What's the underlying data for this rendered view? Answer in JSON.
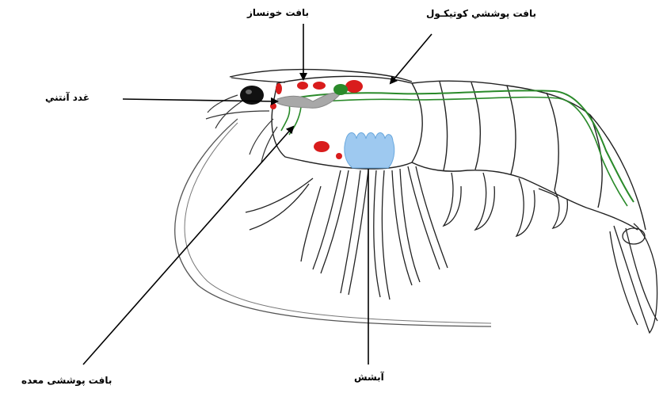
{
  "labels": {
    "hematopoietic": "بافت خونساز",
    "cuticular_epithelium": "بافت پوششي كوتيكـول",
    "antennal_gland": "غدد آنتني",
    "stomach_epithelium": "بافت پوششی معده",
    "gills": "آبشش"
  },
  "colors": {
    "outline": "#222222",
    "hematopoietic_tissue": "#d91c1c",
    "nerve_cord": "#2a8a2a",
    "gills": "#9ec9f0",
    "antennal_gland_tissue": "#a8a8a8",
    "eye": "#111111"
  }
}
